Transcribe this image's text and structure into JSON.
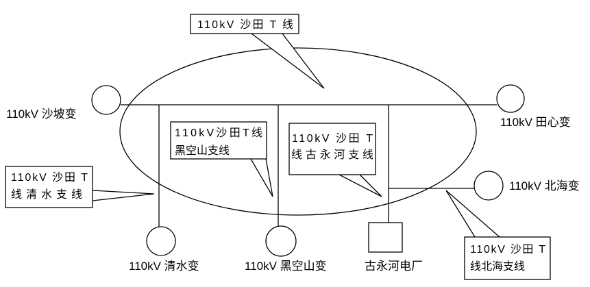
{
  "diagram": {
    "title_hint": "110kV Shatian T-line ring network schematic",
    "callouts": {
      "main": "110kV 沙田 T 线",
      "heikongshan": {
        "line1": "110kV沙田T线",
        "line2": "黑空山支线"
      },
      "guyonghe": {
        "line1": "110kV 沙田 T",
        "line2": "线古永河支线"
      },
      "qingshui": {
        "line1": "110kV 沙田 T",
        "line2": "线清水支线"
      },
      "beihai": {
        "line1": "110kV 沙田 T",
        "line2": "线北海支线"
      }
    },
    "stations": {
      "shapo": "110kV 沙坡变",
      "tianxin": "110kV 田心变",
      "beihai": "110kV 北海变",
      "qingshui": "110kV 清水变",
      "heikongshan": "110kV 黑空山变",
      "guyonghe": "古永河电厂"
    },
    "colors": {
      "stroke": "#000000",
      "background": "#ffffff",
      "text": "#000000"
    }
  }
}
